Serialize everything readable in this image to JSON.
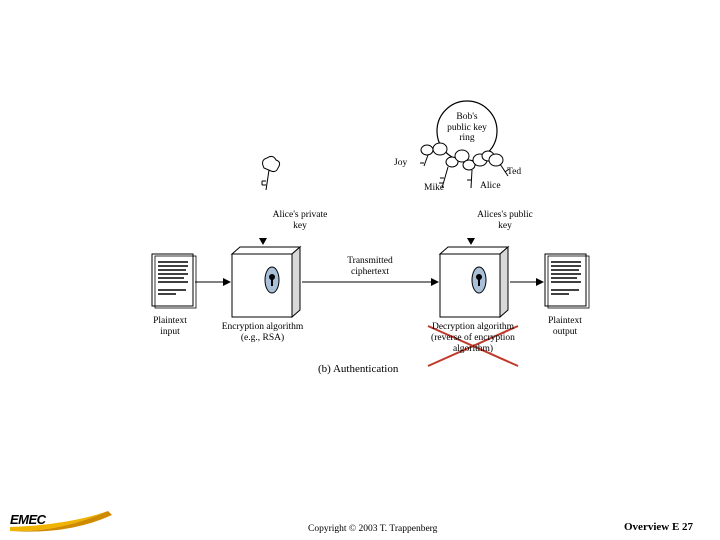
{
  "diagram": {
    "caption": "(b) Authentication",
    "plaintext_input": [
      "Plaintext",
      "input"
    ],
    "plaintext_output": [
      "Plaintext",
      "output"
    ],
    "alice_private_key": [
      "Alice's private",
      "key"
    ],
    "alice_public_key": [
      "Alices's public",
      "key"
    ],
    "transmitted_ciphertext": [
      "Transmitted",
      "ciphertext"
    ],
    "encryption_algorithm": [
      "Encryption algorithm",
      "(e.g., RSA)"
    ],
    "decryption_algorithm": [
      "Decryption algorithm",
      "(reverse of encryption",
      "algorithm)"
    ],
    "key_ring": [
      "Bob's",
      "public key",
      "ring"
    ],
    "ring_names": {
      "joy": "Joy",
      "mike": "Mike",
      "alice": "Alice",
      "ted": "Ted"
    },
    "strike_color": "#c0392b"
  },
  "footer": {
    "logo_text": "EMEC",
    "copyright": "Copyright © 2003 T. Trappenberg",
    "page": "Overview E 27"
  }
}
